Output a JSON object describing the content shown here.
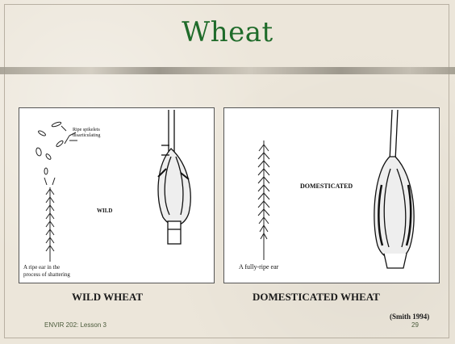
{
  "slide": {
    "title": "Wheat",
    "wild_panel": {
      "spikelet_label_line1": "Ripe spikelets",
      "spikelet_label_line2": "disarticulating",
      "wild_label": "WILD",
      "ear_label_line1": "A ripe ear in the",
      "ear_label_line2": "process of shattering"
    },
    "domesticated_panel": {
      "domesticated_label": "DOMESTICATED",
      "ear_label": "A fully-ripe ear"
    },
    "caption_wild": "WILD WHEAT",
    "caption_domesticated": "DOMESTICATED WHEAT",
    "citation": "(Smith 1994)",
    "footer_left": "ENVIR 202: Lesson 3",
    "page_number": "29"
  }
}
